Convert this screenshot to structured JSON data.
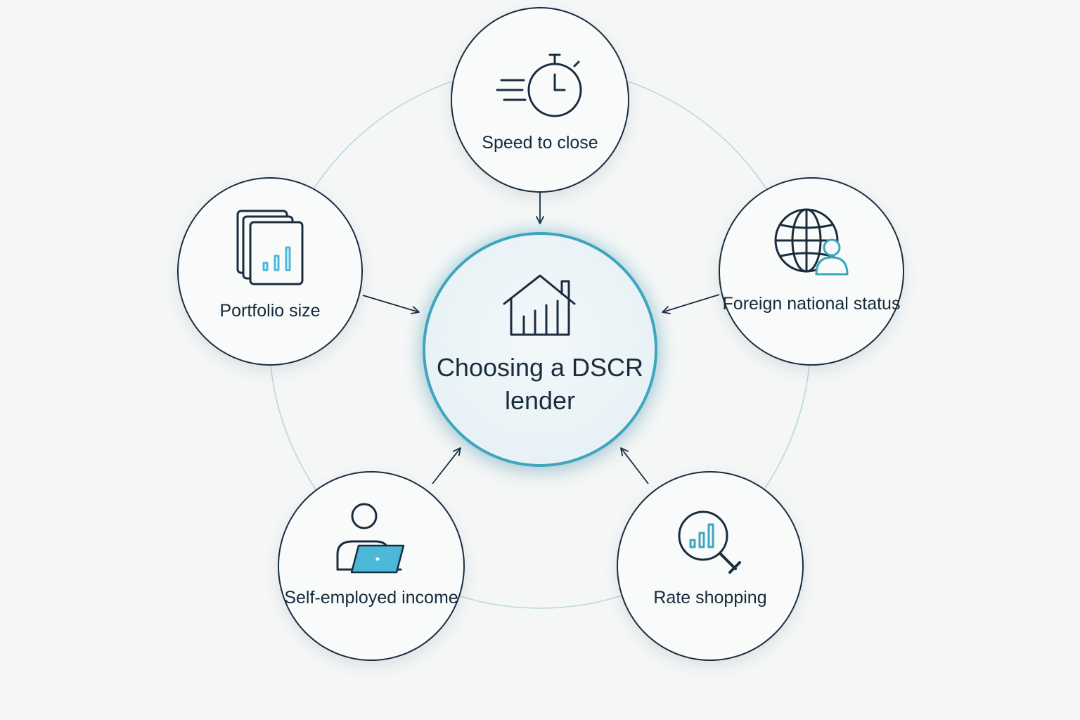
{
  "center": {
    "title": "Choosing a DSCR lender",
    "icon": "house-chart-icon"
  },
  "factors": {
    "speed": {
      "label": "Speed to close",
      "icon": "stopwatch-icon"
    },
    "portfolio": {
      "label": "Portfolio size",
      "icon": "document-stack-chart-icon"
    },
    "foreign": {
      "label": "Foreign national status",
      "icon": "globe-person-icon"
    },
    "self_employed": {
      "label": "Self-employed income",
      "icon": "person-laptop-icon"
    },
    "rate": {
      "label": "Rate shopping",
      "icon": "magnifier-chart-icon"
    }
  },
  "colors": {
    "background": "#f5f7f7",
    "stroke": "#1a2d3f",
    "accent": "#3fa4bd",
    "icon_accent": "#4cb8d8",
    "ring": "#bcd7e0"
  }
}
